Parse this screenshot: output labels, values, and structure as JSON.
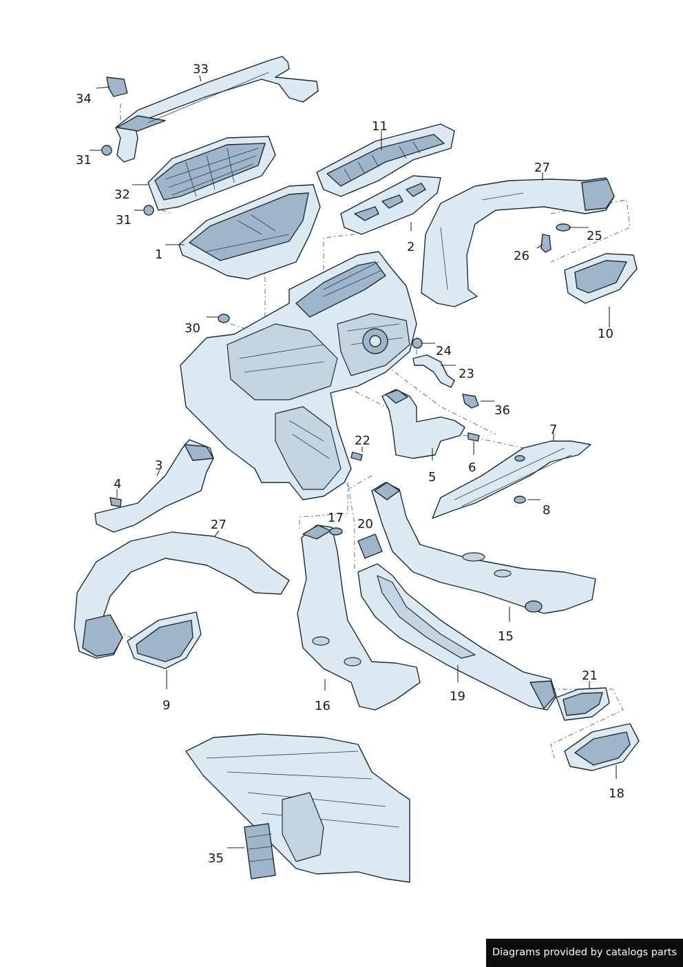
{
  "diagram": {
    "callouts": [
      "1",
      "2",
      "3",
      "4",
      "5",
      "6",
      "7",
      "8",
      "9",
      "10",
      "11",
      "15",
      "16",
      "17",
      "18",
      "19",
      "20",
      "21",
      "22",
      "23",
      "24",
      "25",
      "26",
      "27",
      "27",
      "30",
      "31",
      "31",
      "32",
      "33",
      "34",
      "35",
      "36"
    ]
  },
  "footer": {
    "credit": "Diagrams provided by catalogs parts"
  },
  "colors": {
    "part_fill": "#dde9f2",
    "part_shade": "#9fb6c8",
    "outline": "#1c2a36",
    "dash_line": "#6c8aa3",
    "footer_bg": "#0c0c0c"
  }
}
